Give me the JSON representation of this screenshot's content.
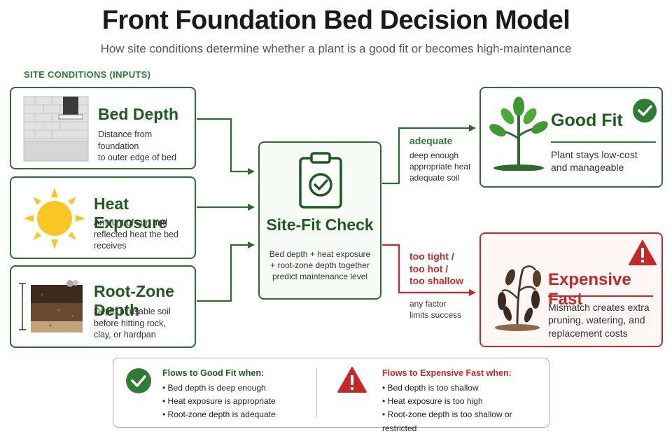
{
  "title": "Front Foundation Bed Decision Model",
  "subtitle": "How site conditions determine whether a plant is a good fit or becomes high-maintenance",
  "inputs_heading": "SITE CONDITIONS (INPUTS)",
  "inputs": [
    {
      "title": "Bed Depth",
      "desc": [
        "Distance from foundation",
        "to outer edge of bed"
      ],
      "icon": "house-foundation-icon"
    },
    {
      "title": "Heat Exposure",
      "desc": [
        "Amount of sun and",
        "reflected heat the bed",
        "receives"
      ],
      "icon": "sun-icon"
    },
    {
      "title": "Root-Zone Depth",
      "desc": [
        "Depth of usable soil",
        "before hitting rock,",
        "clay, or hardpan"
      ],
      "icon": "soil-profile-icon"
    }
  ],
  "check": {
    "title": "Site-Fit Check",
    "desc": [
      "Bed depth + heat exposure",
      "+ root-zone depth together",
      "predict maintenance level"
    ],
    "icon": "clipboard-check-icon"
  },
  "good_branch": {
    "label": "adequate",
    "notes": [
      "deep enough",
      "appropriate heat",
      "adequate soil"
    ]
  },
  "bad_branch": {
    "label": [
      "too tight /",
      "too hot /",
      "too shallow"
    ],
    "notes": [
      "any factor",
      "limits success"
    ]
  },
  "good_fit": {
    "title": "Good Fit",
    "desc": [
      "Plant stays low-cost",
      "and manageable"
    ],
    "icon": "healthy-plant-icon",
    "badge": "check-circle-icon"
  },
  "expensive": {
    "title": "Expensive Fast",
    "desc": [
      "Mismatch creates extra",
      "pruning, watering, and",
      "replacement costs"
    ],
    "icon": "wilted-plant-icon",
    "badge": "warning-triangle-icon"
  },
  "legend": {
    "good": {
      "title": "Flows to Good Fit when:",
      "items": [
        "Bed depth is deep enough",
        "Heat exposure is appropriate",
        "Root-zone depth is adequate"
      ]
    },
    "bad": {
      "title": "Flows to Expensive Fast when:",
      "items": [
        "Bed depth is too shallow",
        "Heat exposure is too high",
        "Root-zone depth is too shallow or restricted"
      ]
    }
  },
  "colors": {
    "green": "#2e7d32",
    "dark_green": "#1e5b1e",
    "red": "#c62828",
    "sun": "#f9c623"
  }
}
